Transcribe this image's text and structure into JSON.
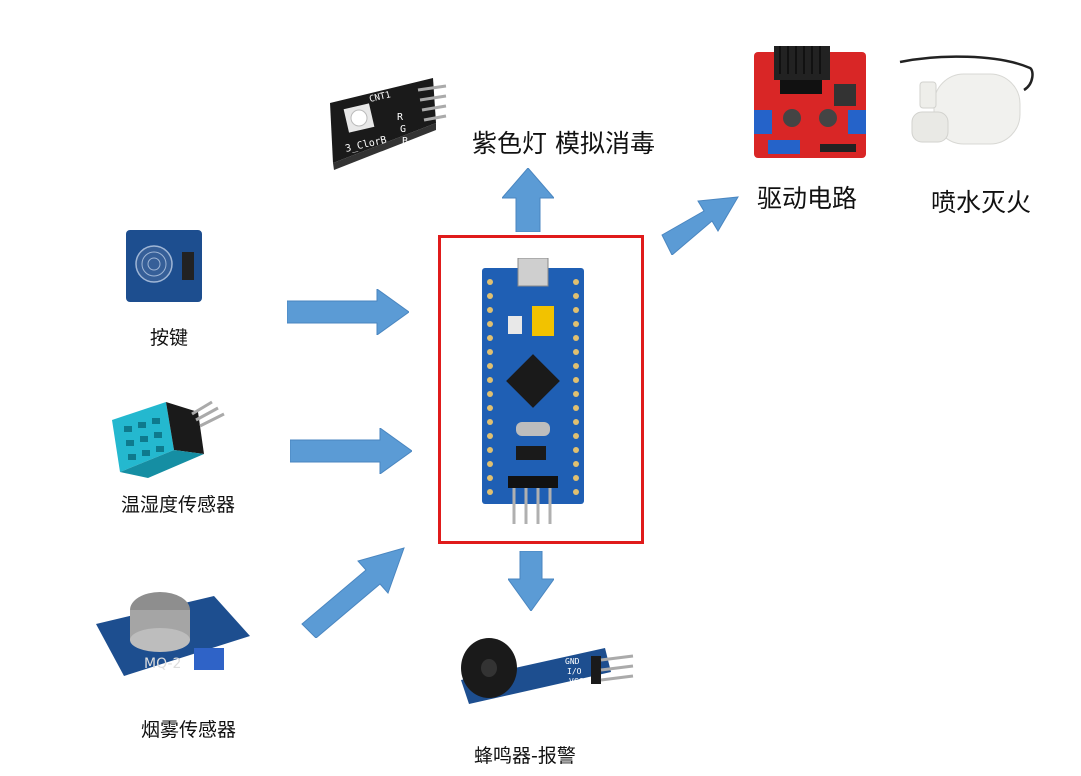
{
  "labels": {
    "button": "按键",
    "temp_humidity_sensor": "温湿度传感器",
    "smoke_sensor": "烟雾传感器",
    "uv_lamp": "紫色灯 模拟消毒",
    "driver_circuit": "驱动电路",
    "spray_fire": "喷水灭火",
    "buzzer": "蜂鸣器-报警"
  },
  "module_marks": {
    "rgb_module_name": "CNT1",
    "rgb_module_text": "3_ClorB",
    "rgb_pins": [
      "R",
      "G",
      "B"
    ],
    "smoke_sensor_model": "MQ-2",
    "buzzer_pins": [
      "GND",
      "I/O",
      "VCC"
    ]
  },
  "colors": {
    "arrow": "#5b9bd5",
    "highlight_box": "#e01b1b",
    "pcb_blue": "#1f5fb4",
    "pcb_red": "#d92626"
  }
}
